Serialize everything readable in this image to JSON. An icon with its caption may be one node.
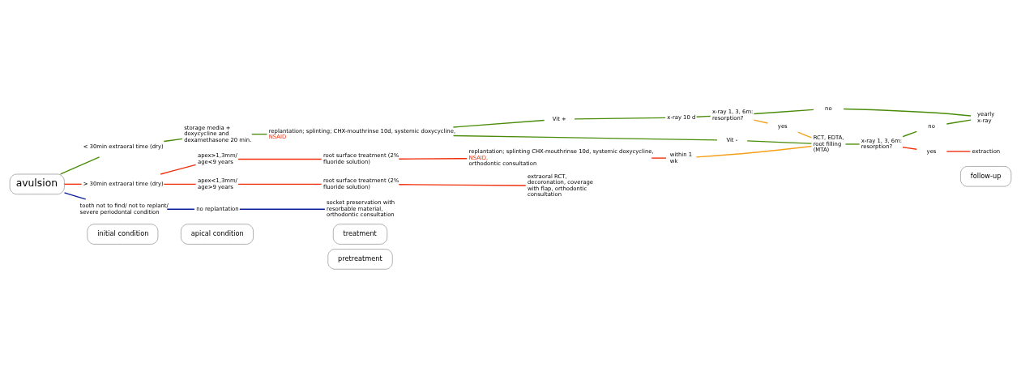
{
  "diagram": {
    "nodes": [
      {
        "text": [
          "initial condition"
        ]
      },
      {
        "text": [
          "apical condition"
        ]
      },
      {
        "text": [
          "pretreatment"
        ]
      },
      {
        "text": [
          "treatment"
        ]
      },
      {
        "text": [
          "follow-up"
        ]
      },
      {
        "text": [
          "avulsion"
        ]
      },
      {
        "text": [
          "< 30min extraoral time (dry)"
        ]
      },
      {
        "text": [
          "> 30min extraoral time (dry)"
        ]
      },
      {
        "text": [
          "tooth not to find/ not to replant/ severe periodontal condition"
        ]
      },
      {
        "text": [
          "storage media + doxycycline and dexamethasone 20 min."
        ]
      },
      {
        "text": [
          "apex>1,3mm/ age<9 years"
        ]
      },
      {
        "text": [
          "apex<1,3mm/ age>9 years"
        ]
      },
      {
        "text": [
          "no replantation"
        ]
      },
      {
        "text": [
          "replantation; splinting; CHX-mouthrinse 10d, systemic doxycycline,",
          "NSAID"
        ]
      },
      {
        "text": [
          "root surface treatment (2% fluoride solution)"
        ]
      },
      {
        "text": [
          "root surface treatment (2% fluoride solution)"
        ]
      },
      {
        "text": [
          "replantation; splinting CHX-mouthrinse 10d, systemic doxycycline,",
          "NSAID,",
          "orthodontic consultation"
        ]
      },
      {
        "text": [
          "extraoral RCT, decoronation, coverage with flap, orthodontic consultation"
        ]
      },
      {
        "text": [
          "socket preservation with resorbable material, orthodontic consultation"
        ]
      },
      {
        "text": [
          "Vit +"
        ]
      },
      {
        "text": [
          "Vit -"
        ]
      },
      {
        "text": [
          "x-ray 10 d"
        ]
      },
      {
        "text": [
          "RCT, EDTA, root filling (MTA)"
        ]
      },
      {
        "text": [
          "within 1 wk"
        ]
      },
      {
        "text": [
          "x-ray 1, 3, 6m: resorption?"
        ]
      },
      {
        "text": [
          "x-ray 1, 3, 6m: resorption?"
        ]
      },
      {
        "text": [
          "no"
        ]
      },
      {
        "text": [
          "yes"
        ]
      },
      {
        "text": [
          "no"
        ]
      },
      {
        "text": [
          "yes"
        ]
      },
      {
        "text": [
          "yearly x-ray"
        ]
      },
      {
        "text": [
          "extraction"
        ]
      }
    ],
    "edges": [
      {
        "from": 5,
        "to": 6,
        "arrow": "none"
      },
      {
        "from": 6,
        "to": 9,
        "arrow": "none"
      },
      {
        "from": 9,
        "to": 13,
        "arrow": "none"
      },
      {
        "from": 13,
        "to": 19,
        "arrow": "none"
      },
      {
        "from": 13,
        "to": 20,
        "arrow": "none"
      },
      {
        "from": 19,
        "to": 21,
        "arrow": "none"
      },
      {
        "from": 21,
        "to": 24,
        "arrow": "none"
      },
      {
        "from": 24,
        "to": 26,
        "arrow": "none"
      },
      {
        "from": 24,
        "to": 27,
        "arrow": "none",
        "color": "#f5a01a"
      },
      {
        "from": 27,
        "to": 22,
        "arrow": "none",
        "color": "#f5a01a"
      },
      {
        "from": 26,
        "to": 30,
        "arrow": "none"
      },
      {
        "from": 20,
        "to": 22,
        "arrow": "none"
      },
      {
        "from": 22,
        "to": 25,
        "arrow": "none"
      },
      {
        "from": 25,
        "to": 28,
        "arrow": "none"
      },
      {
        "from": 25,
        "to": 29,
        "arrow": "none",
        "color": "#f02e0a"
      },
      {
        "from": 28,
        "to": 30,
        "arrow": "none"
      },
      {
        "from": 29,
        "to": 31,
        "arrow": "none",
        "color": "#f02e0a"
      },
      {
        "from": 5,
        "to": 7,
        "arrow": "none",
        "color": "#f02e0a"
      },
      {
        "from": 7,
        "to": 10,
        "arrow": "none",
        "color": "#f02e0a"
      },
      {
        "from": 7,
        "to": 11,
        "arrow": "none",
        "color": "#f02e0a"
      },
      {
        "from": 10,
        "to": 14,
        "arrow": "none",
        "color": "#f02e0a"
      },
      {
        "from": 11,
        "to": 15,
        "arrow": "none",
        "color": "#f02e0a"
      },
      {
        "from": 14,
        "to": 16,
        "arrow": "none",
        "color": "#f02e0a"
      },
      {
        "from": 15,
        "to": 17,
        "arrow": "none",
        "color": "#f02e0a"
      },
      {
        "from": 16,
        "to": 23,
        "arrow": "none",
        "color": "#f02e0a"
      },
      {
        "from": 23,
        "to": 22,
        "arrow": "none",
        "color": "#f5a01a"
      },
      {
        "from": 5,
        "to": 8,
        "arrow": "none",
        "color": "#0a1e9a"
      },
      {
        "from": 8,
        "to": 12,
        "arrow": "none",
        "color": "#0a1e9a"
      },
      {
        "from": 12,
        "to": 18,
        "arrow": "none",
        "color": "#0a1e9a"
      }
    ]
  }
}
